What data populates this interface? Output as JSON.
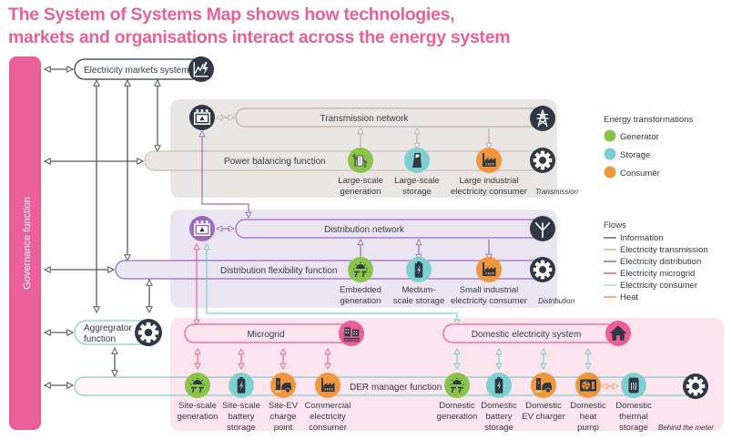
{
  "title": {
    "line1": "The System of Systems Map shows how technologies,",
    "line2": "markets and organisations interact across the energy system"
  },
  "colors": {
    "title_pink": "#e8609a",
    "governance": "#ea5f98",
    "dark_node": "#2f3844",
    "information": "#6b7079",
    "transmission": "#c7bdb8",
    "distribution": "#9a6bb8",
    "microgrid": "#ea5f98",
    "consumer": "#7dcfcc",
    "heat": "#f0a050",
    "generator": "#8bc34a",
    "storage": "#7ecfcf",
    "consumer_node": "#f0963c",
    "region_transmission": "#e9e5e2",
    "region_distribution": "#ebe4f1",
    "region_behind_meter": "#fbe4ee"
  },
  "governance": {
    "label": "Governance function"
  },
  "markets": {
    "label": "Electricity markets system",
    "icon": "market-chart-icon"
  },
  "aggregator": {
    "label_line1": "Aggregrator",
    "label_line2": "function",
    "icon": "gear-icon"
  },
  "regions": {
    "transmission": {
      "label": "Transmission",
      "network": "Transmission network",
      "function": "Power balancing function",
      "network_icon": "pylon-icon",
      "control_icon": "control-room-icon",
      "nodes": [
        {
          "type": "generator",
          "icon": "wind-generation-icon",
          "line1": "Large-scale",
          "line2": "generation"
        },
        {
          "type": "storage",
          "icon": "pumped-storage-icon",
          "line1": "Large-scale",
          "line2": "storage"
        },
        {
          "type": "consumer",
          "icon": "factory-icon",
          "line1": "Large industrial",
          "line2": "electricity consumer"
        }
      ]
    },
    "distribution": {
      "label": "Distribution",
      "network": "Distribution network",
      "function": "Distribution flexibility function",
      "network_icon": "utility-pole-icon",
      "control_icon": "control-room-icon",
      "nodes": [
        {
          "type": "generator",
          "icon": "solar-icon",
          "line1": "Embedded",
          "line2": "generation"
        },
        {
          "type": "storage",
          "icon": "battery-icon",
          "line1": "Medium-",
          "line2": "scale storage"
        },
        {
          "type": "consumer",
          "icon": "factory-icon",
          "line1": "Small industrial",
          "line2": "electricity consumer"
        }
      ]
    },
    "behind_meter": {
      "label": "Behind the meter",
      "microgrid": "Microgrid",
      "domestic": "Domestic electricity system",
      "function": "DER manager function",
      "microgrid_icon": "buildings-icon",
      "domestic_icon": "house-icon",
      "site_nodes": [
        {
          "type": "generator",
          "icon": "solar-icon",
          "lines": [
            "Site-scale",
            "generation"
          ]
        },
        {
          "type": "storage",
          "icon": "battery-icon",
          "lines": [
            "Site-scale",
            "battery",
            "storage"
          ]
        },
        {
          "type": "consumer",
          "icon": "ev-charger-icon",
          "lines": [
            "Site-EV",
            "charge",
            "point"
          ]
        },
        {
          "type": "consumer",
          "icon": "factory-icon",
          "lines": [
            "Commercial",
            "electricity",
            "consumer"
          ]
        }
      ],
      "domestic_nodes": [
        {
          "type": "generator",
          "icon": "solar-icon",
          "lines": [
            "Domestic",
            "generation"
          ]
        },
        {
          "type": "storage",
          "icon": "battery-icon",
          "lines": [
            "Domestic",
            "battery",
            "storage"
          ]
        },
        {
          "type": "consumer",
          "icon": "ev-charger-icon",
          "lines": [
            "Domestic",
            "EV charger"
          ]
        },
        {
          "type": "consumer",
          "icon": "heat-pump-icon",
          "lines": [
            "Domestic",
            "heat",
            "pump"
          ]
        },
        {
          "type": "storage",
          "icon": "thermal-storage-icon",
          "lines": [
            "Domestic",
            "thermal",
            "storage"
          ]
        }
      ]
    }
  },
  "legend": {
    "transformations": {
      "title": "Energy transformations",
      "items": [
        {
          "label": "Generator",
          "color": "#8bc34a"
        },
        {
          "label": "Storage",
          "color": "#7ecfcf"
        },
        {
          "label": "Consumer",
          "color": "#f0963c"
        }
      ]
    },
    "flows": {
      "title": "Flows",
      "items": [
        {
          "label": "Information",
          "color": "#6b7079"
        },
        {
          "label": "Electricity transmission",
          "color": "#c7bdb8"
        },
        {
          "label": "Electricity distribution",
          "color": "#9a6bb8"
        },
        {
          "label": "Electricity microgrid",
          "color": "#ea5f98"
        },
        {
          "label": "Electricity consumer",
          "color": "#a8dede"
        },
        {
          "label": "Heat",
          "color": "#f0a050"
        }
      ]
    }
  }
}
